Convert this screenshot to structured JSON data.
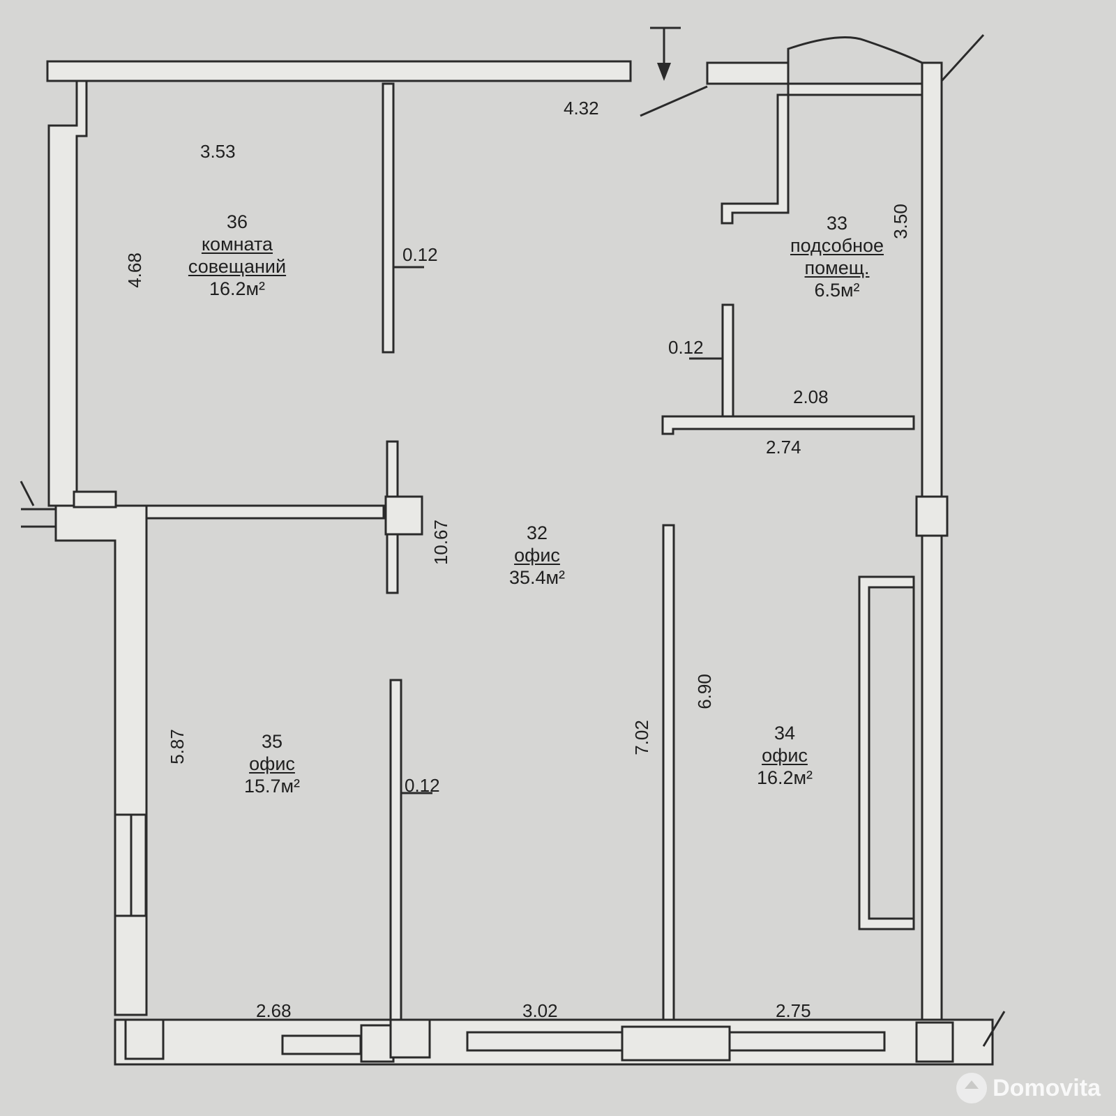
{
  "rooms": [
    {
      "number": "36",
      "name_lines": [
        "комната",
        "совещаний"
      ],
      "area": "16.2м²"
    },
    {
      "number": "33",
      "name_lines": [
        "подсобное",
        "помещ."
      ],
      "area": "6.5м²"
    },
    {
      "number": "32",
      "name_lines": [
        "офис"
      ],
      "area": "35.4м²"
    },
    {
      "number": "35",
      "name_lines": [
        "офис"
      ],
      "area": "15.7м²"
    },
    {
      "number": "34",
      "name_lines": [
        "офис"
      ],
      "area": "16.2м²"
    }
  ],
  "dimensions": {
    "d_353": "3.53",
    "d_432": "4.32",
    "d_468": "4.68",
    "d_012_a": "0.12",
    "d_350": "3.50",
    "d_012_b": "0.12",
    "d_208": "2.08",
    "d_274": "2.74",
    "d_1067": "10.67",
    "d_587": "5.87",
    "d_012_c": "0.12",
    "d_702": "7.02",
    "d_690": "6.90",
    "d_268": "2.68",
    "d_302": "3.02",
    "d_275": "2.75"
  },
  "section_marker": "I",
  "watermark": {
    "text": "Domovita",
    "icon": "domovita-logo-icon"
  },
  "colors": {
    "background": "#d6d6d4",
    "wall_fill": "#e9e9e6",
    "line": "#2a2a2a"
  }
}
